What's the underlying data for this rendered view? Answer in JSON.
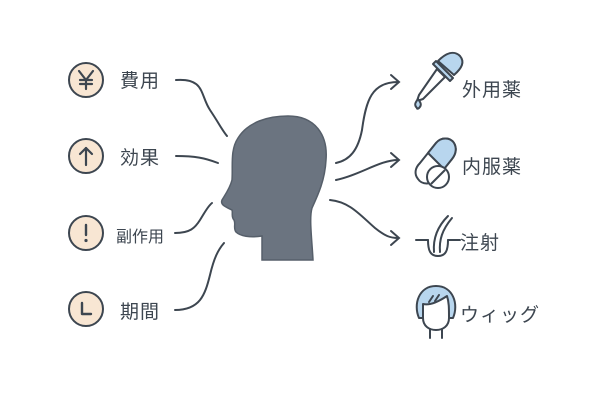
{
  "diagram": {
    "center": {
      "icon": "human-head-profile",
      "color": "#6b7480"
    },
    "factors": [
      {
        "id": "cost",
        "label": "費用",
        "icon": "yen-icon",
        "glyph": "¥"
      },
      {
        "id": "effect",
        "label": "効果",
        "icon": "arrow-up-icon",
        "glyph": "↑"
      },
      {
        "id": "side-effects",
        "label": "副作用",
        "icon": "exclamation-icon",
        "glyph": "!"
      },
      {
        "id": "period",
        "label": "期間",
        "icon": "clock-icon",
        "glyph": "L"
      }
    ],
    "treatments": [
      {
        "id": "topical",
        "label": "外用薬",
        "icon": "dropper-icon"
      },
      {
        "id": "oral",
        "label": "内服薬",
        "icon": "pills-icon"
      },
      {
        "id": "injection",
        "label": "注射",
        "icon": "hair-follicle-icon"
      },
      {
        "id": "wig",
        "label": "ウィッグ",
        "icon": "wig-icon"
      }
    ],
    "colors": {
      "stroke": "#3d4650",
      "head": "#6b7480",
      "factor_fill": "#f8e6d3",
      "accent_blue": "#b8d6ee",
      "background": "#ffffff"
    }
  }
}
